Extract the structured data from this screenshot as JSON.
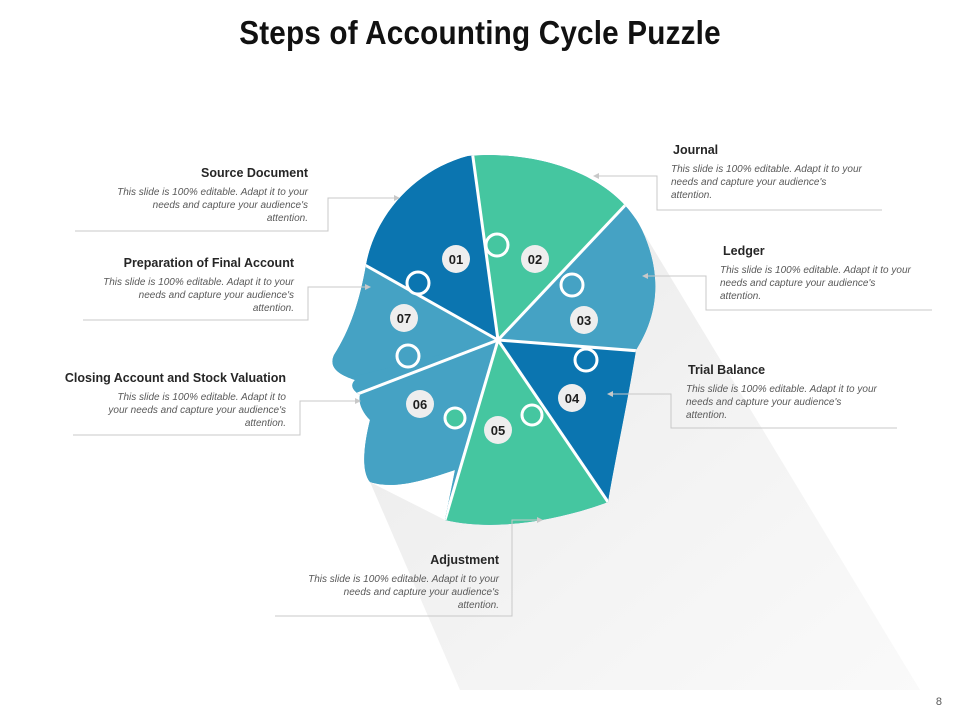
{
  "title": "Steps of Accounting Cycle Puzzle",
  "page_number": "8",
  "colors": {
    "dark_blue": "#0b75b0",
    "teal": "#45c6a0",
    "light_blue": "#45a2c4",
    "bubble": "#eeeeee"
  },
  "steps": [
    {
      "number": "01",
      "heading": "Source Document",
      "body": "This slide is 100% editable. Adapt it to your needs and capture your audience's attention."
    },
    {
      "number": "02",
      "heading": "Journal",
      "body": "This slide is 100% editable. Adapt it to your needs and capture your audience's attention."
    },
    {
      "number": "03",
      "heading": "Ledger",
      "body": "This slide is 100% editable. Adapt it to your needs and capture your audience's attention."
    },
    {
      "number": "04",
      "heading": "Trial Balance",
      "body": "This slide is 100% editable. Adapt it to your needs and capture your audience's attention."
    },
    {
      "number": "05",
      "heading": "Adjustment",
      "body": "This slide is 100% editable. Adapt it to your needs and capture your audience's attention."
    },
    {
      "number": "06",
      "heading": "Closing Account and Stock Valuation",
      "body": "This slide is 100% editable. Adapt it to your needs and capture your audience's attention."
    },
    {
      "number": "07",
      "heading": "Preparation of Final Account",
      "body": "This slide is 100% editable. Adapt it to your needs and capture your audience's attention."
    }
  ]
}
